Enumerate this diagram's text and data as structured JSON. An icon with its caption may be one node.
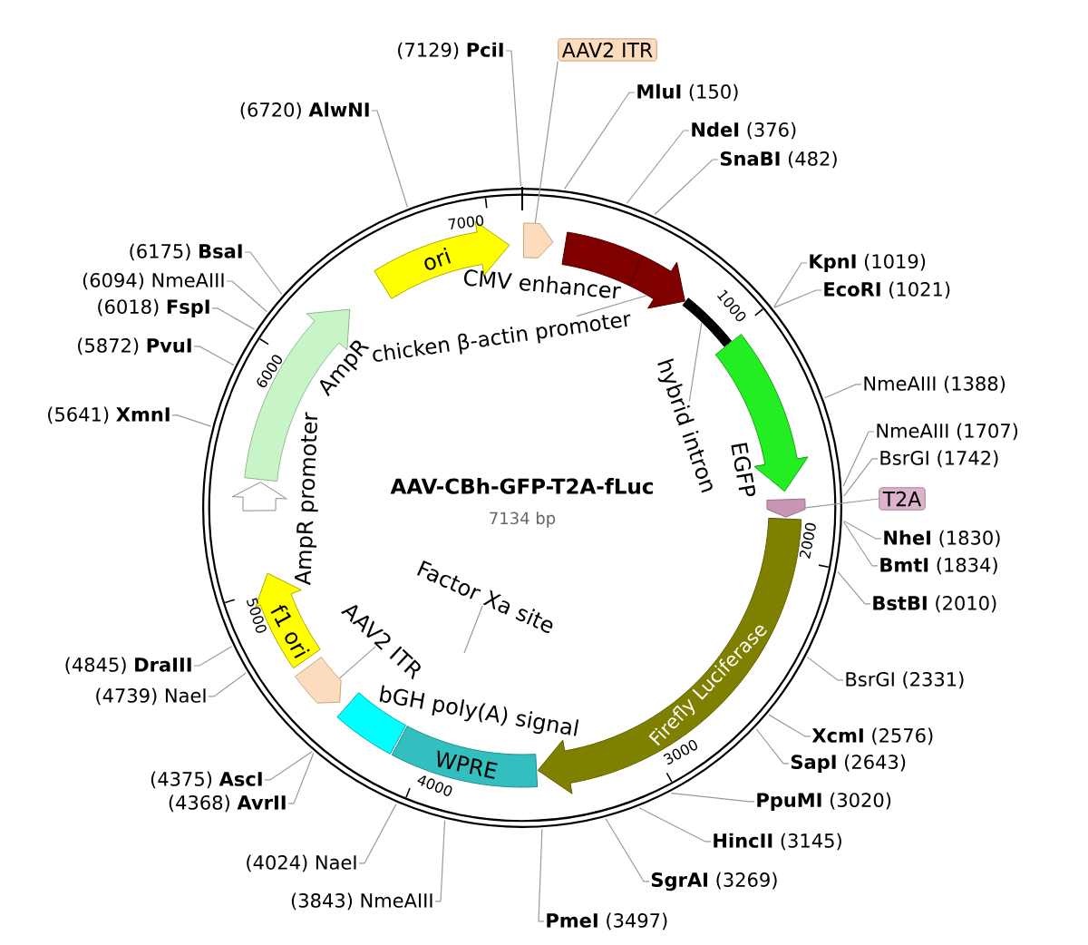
{
  "diagram": {
    "title": "AAV-CBh-GFP-T2A-fLuc",
    "nodes": [
      {
        "text": [
          "(7129) **PciI**"
        ]
      },
      {
        "text": [
          "AAV2 ITR"
        ]
      },
      {
        "text": [
          "**MluI** (150)"
        ]
      },
      {
        "text": [
          "**NdeI** (376)"
        ]
      },
      {
        "text": [
          "**SnaBI** (482)"
        ]
      },
      {
        "text": [
          "**KpnI** (1019)"
        ]
      },
      {
        "text": [
          "**EcoRI** (1021)"
        ]
      },
      {
        "text": [
          "NmeAIII (1388)"
        ]
      },
      {
        "text": [
          "NmeAIII (1707)"
        ]
      },
      {
        "text": [
          "BsrGI (1742)"
        ]
      },
      {
        "text": [
          "T2A"
        ]
      },
      {
        "text": [
          "**NheI** (1830)"
        ]
      },
      {
        "text": [
          "**BmtI** (1834)"
        ]
      },
      {
        "text": [
          "**BstBI** (2010)"
        ]
      },
      {
        "text": [
          "BsrGI (2331)"
        ]
      },
      {
        "text": [
          "**XcmI** (2576)"
        ]
      },
      {
        "text": [
          "**SapI** (2643)"
        ]
      },
      {
        "text": [
          "**PpuMI** (3020)"
        ]
      },
      {
        "text": [
          "**HincII** (3145)"
        ]
      },
      {
        "text": [
          "**SgrAI** (3269)"
        ]
      },
      {
        "text": [
          "**PmeI** (3497)"
        ]
      },
      {
        "text": [
          "(3843) NmeAIII"
        ]
      },
      {
        "text": [
          "(4024) NaeI"
        ]
      },
      {
        "text": [
          "(4368) **AvrII**"
        ]
      },
      {
        "text": [
          "(4375) **AscI**"
        ]
      },
      {
        "text": [
          "(4739) NaeI"
        ]
      },
      {
        "text": [
          "(4845) **DraIII**"
        ]
      },
      {
        "text": [
          "(5641) **XmnI**"
        ]
      },
      {
        "text": [
          "(5872) **PvuI**"
        ]
      },
      {
        "text": [
          "(6018) **FspI**"
        ]
      },
      {
        "text": [
          "(6094) NmeAIII"
        ]
      },
      {
        "text": [
          "(6175) **BsaI**"
        ]
      },
      {
        "text": [
          "(6720) **AlwNI**"
        ]
      },
      {
        "text": [],
        "shape": "arrow"
      },
      {
        "text": [
          "CMV enhancer"
        ]
      },
      {
        "text": [],
        "shape": "arrow"
      },
      {
        "text": [
          "chicken β-actin promoter"
        ]
      },
      {
        "text": [],
        "shape": "bar"
      },
      {
        "text": [
          "hybrid intron"
        ]
      },
      {
        "text": [
          "EGFP"
        ]
      },
      {
        "text": [],
        "shape": "arrow"
      },
      {
        "text": [
          "Firefly Luciferase"
        ]
      },
      {
        "text": [
          "WPRE"
        ]
      },
      {
        "text": [
          "bGH poly(A) signal"
        ]
      },
      {
        "text": [],
        "shape": "arrow"
      },
      {
        "text": [
          "AAV2 ITR"
        ]
      },
      {
        "text": [
          "f1 ori"
        ]
      },
      {
        "text": [
          "AmpR promoter"
        ]
      },
      {
        "text": [
          "AmpR"
        ]
      },
      {
        "text": [
          "ori"
        ]
      },
      {
        "text": [
          "Factor Xa site"
        ]
      }
    ],
    "edges": [
      {
        "from": 0,
        "to": null,
        "arrow": "none"
      },
      {
        "from": 2,
        "to": null,
        "arrow": "none"
      },
      {
        "from": 3,
        "to": null,
        "arrow": "none"
      },
      {
        "from": 4,
        "to": null,
        "arrow": "none"
      },
      {
        "from": 5,
        "to": null,
        "arrow": "none"
      },
      {
        "from": 6,
        "to": null,
        "arrow": "none"
      },
      {
        "from": 7,
        "to": null,
        "arrow": "none"
      },
      {
        "from": 8,
        "to": null,
        "arrow": "none"
      },
      {
        "from": 9,
        "to": null,
        "arrow": "none"
      },
      {
        "from": 11,
        "to": null,
        "arrow": "none"
      },
      {
        "from": 12,
        "to": null,
        "arrow": "none"
      },
      {
        "from": 13,
        "to": null,
        "arrow": "none"
      },
      {
        "from": 14,
        "to": null,
        "arrow": "none"
      },
      {
        "from": 15,
        "to": null,
        "arrow": "none"
      },
      {
        "from": 16,
        "to": null,
        "arrow": "none"
      },
      {
        "from": 17,
        "to": null,
        "arrow": "none"
      },
      {
        "from": 18,
        "to": null,
        "arrow": "none"
      },
      {
        "from": 19,
        "to": null,
        "arrow": "none"
      },
      {
        "from": 20,
        "to": null,
        "arrow": "none"
      },
      {
        "from": 21,
        "to": null,
        "arrow": "none"
      },
      {
        "from": 22,
        "to": null,
        "arrow": "none"
      },
      {
        "from": 23,
        "to": null,
        "arrow": "none"
      },
      {
        "from": 24,
        "to": null,
        "arrow": "none"
      },
      {
        "from": 25,
        "to": null,
        "arrow": "none"
      },
      {
        "from": 26,
        "to": null,
        "arrow": "none"
      },
      {
        "from": 27,
        "to": null,
        "arrow": "none"
      },
      {
        "from": 28,
        "to": null,
        "arrow": "none"
      },
      {
        "from": 29,
        "to": null,
        "arrow": "none"
      },
      {
        "from": 30,
        "to": null,
        "arrow": "none"
      },
      {
        "from": 31,
        "to": null,
        "arrow": "none"
      },
      {
        "from": 32,
        "to": null,
        "arrow": "none"
      },
      {
        "from": 1,
        "to": 33,
        "arrow": "none"
      },
      {
        "from": 36,
        "to": 35,
        "arrow": "none"
      },
      {
        "from": 38,
        "to": 37,
        "arrow": "none"
      },
      {
        "from": 10,
        "to": 40,
        "arrow": "none"
      },
      {
        "from": 45,
        "to": 44,
        "arrow": "none"
      },
      {
        "from": 50,
        "to": null,
        "arrow": "none"
      }
    ],
    "labels": [
      "1000",
      "2000",
      "3000",
      "4000",
      "5000",
      "6000",
      "7000",
      "7134 bp"
    ]
  }
}
